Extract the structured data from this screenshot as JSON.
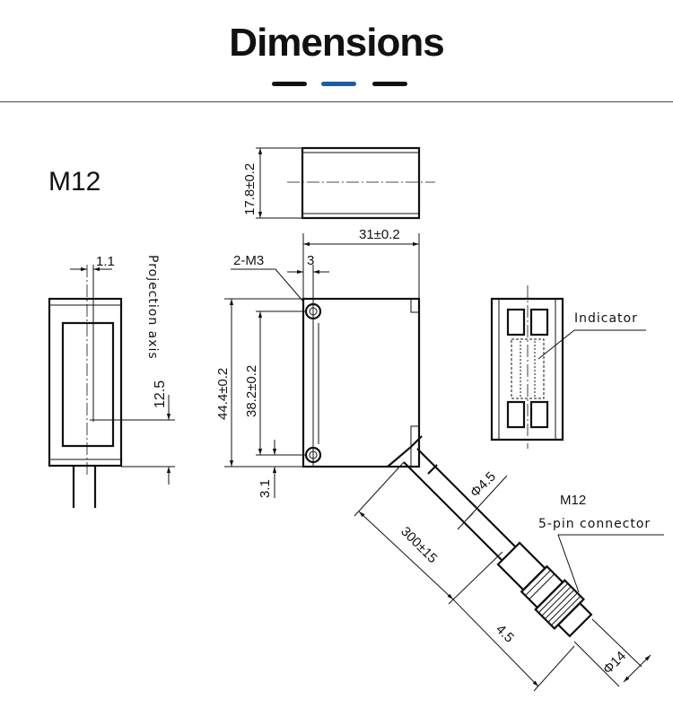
{
  "header": {
    "title": "Dimensions",
    "accent_color": "#1b5ea6"
  },
  "model": "M12",
  "top_view": {
    "height_label": "17.8±0.2"
  },
  "side_view": {
    "offset_label": "1.1",
    "axis_label": "Projection axis",
    "axis_height_label": "12.5"
  },
  "front_view": {
    "width_label": "31±0.2",
    "screw_label": "2-M3",
    "screw_offset_label": "3",
    "height_label": "44.4±0.2",
    "hole_spacing_label": "38.2±0.2",
    "bottom_offset_label": "3.1"
  },
  "cable": {
    "diameter_label": "Φ4.5",
    "length_label": "300±15",
    "connector_length_label": "4.5",
    "connector_diameter_label": "Φ14",
    "connector_title": "M12",
    "connector_desc": "5-pin connector"
  },
  "rear_view": {
    "indicator_label": "Indicator"
  }
}
